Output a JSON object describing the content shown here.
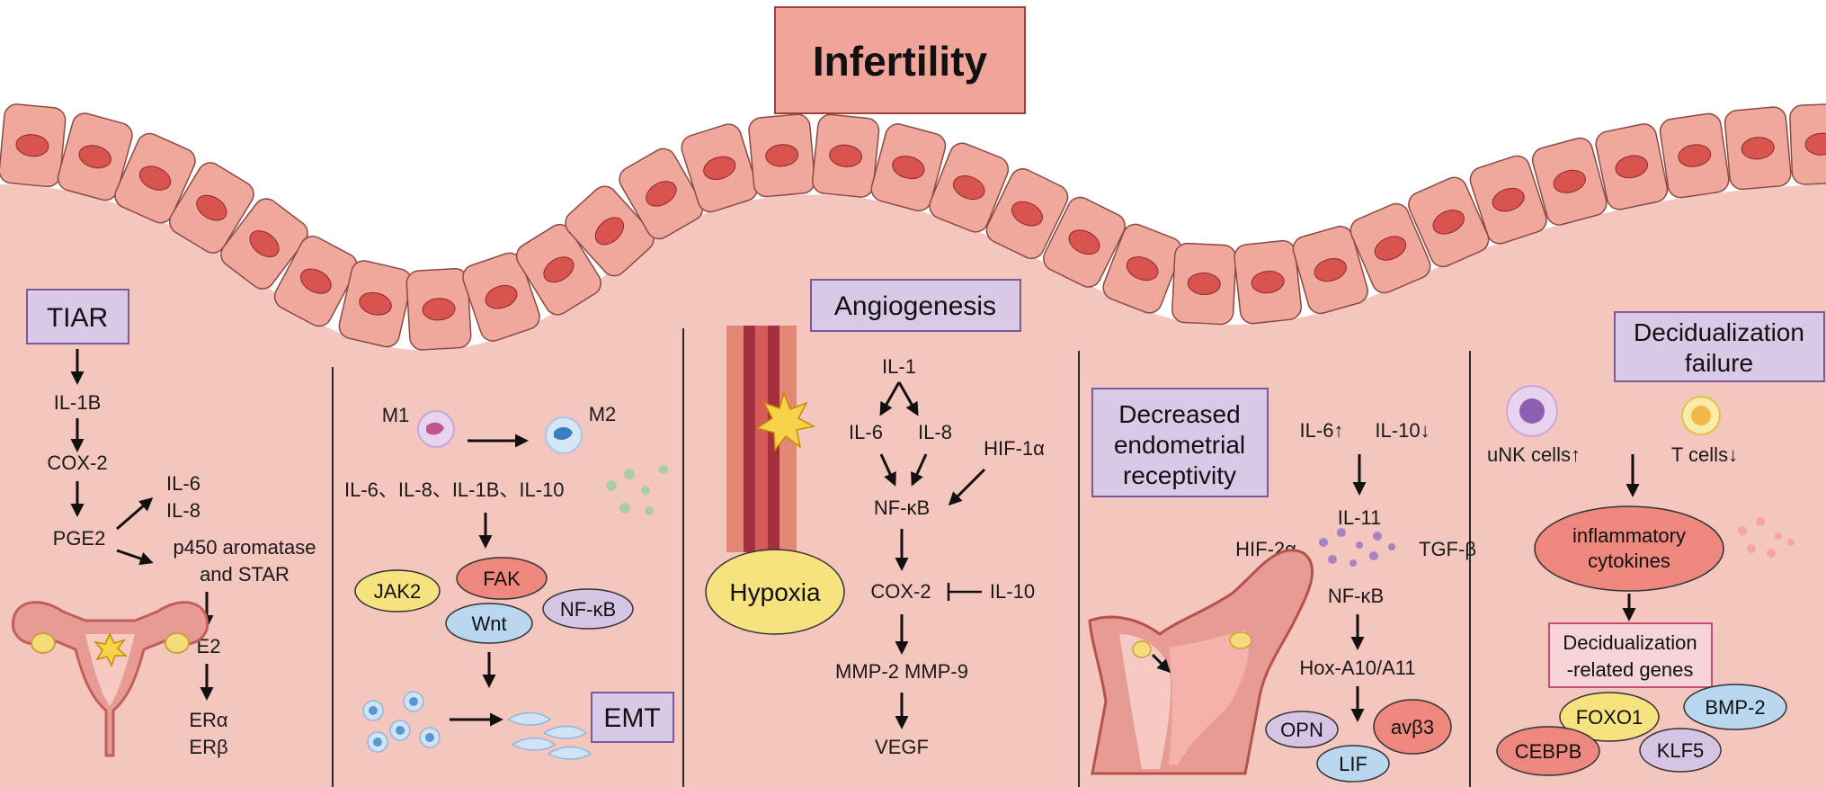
{
  "title": "Infertility",
  "colors": {
    "title_fill": "#F1A49A",
    "tissue": "#F5C6BE",
    "cell_fill": "#F0A89C",
    "nucleus": "#D9534F",
    "section_box": "#D9C9E6",
    "section_border": "#7A5A9A",
    "divider": "#2a2a2a"
  },
  "tiar": {
    "header": "TIAR",
    "il1b": "IL-1B",
    "cox2": "COX-2",
    "pge2": "PGE2",
    "il6": "IL-6",
    "il8": "IL-8",
    "aromatase_line1": "p450 aromatase",
    "aromatase_line2": "and STAR",
    "e2": "E2",
    "era": "ERα",
    "erb": "ERβ"
  },
  "emt": {
    "m1": "M1",
    "m2": "M2",
    "cytokines": "IL-6、IL-8、IL-1B、IL-10",
    "jak2": "JAK2",
    "fak": "FAK",
    "nfkb": "NF-κB",
    "wnt": "Wnt",
    "header": "EMT"
  },
  "angiogenesis": {
    "header": "Angiogenesis",
    "il1": "IL-1",
    "il6": "IL-6",
    "il8": "IL-8",
    "hif1a": "HIF-1α",
    "nfkb": "NF-κB",
    "hypoxia": "Hypoxia",
    "cox2": "COX-2",
    "il10": "IL-10",
    "mmp": "MMP-2 MMP-9",
    "vegf": "VEGF"
  },
  "receptivity": {
    "header_line1": "Decreased",
    "header_line2": "endometrial",
    "header_line3": "receptivity",
    "il6_up": "IL-6↑",
    "il10_down": "IL-10↓",
    "il11": "IL-11",
    "hif2a": "HIF-2α",
    "tgfb": "TGF-β",
    "nfkb": "NF-κB",
    "hox": "Hox-A10/A11",
    "opn": "OPN",
    "avb3": "avβ3",
    "lif": "LIF"
  },
  "decidualization": {
    "header_line1": "Decidualization",
    "header_line2": "failure",
    "unk": "uNK cells↑",
    "tcells": "T cells↓",
    "inflam_line1": "inflammatory",
    "inflam_line2": "cytokines",
    "genes_line1": "Decidualization",
    "genes_line2": "-related genes",
    "foxo1": "FOXO1",
    "bmp2": "BMP-2",
    "cebpb": "CEBPB",
    "klf5": "KLF5"
  }
}
